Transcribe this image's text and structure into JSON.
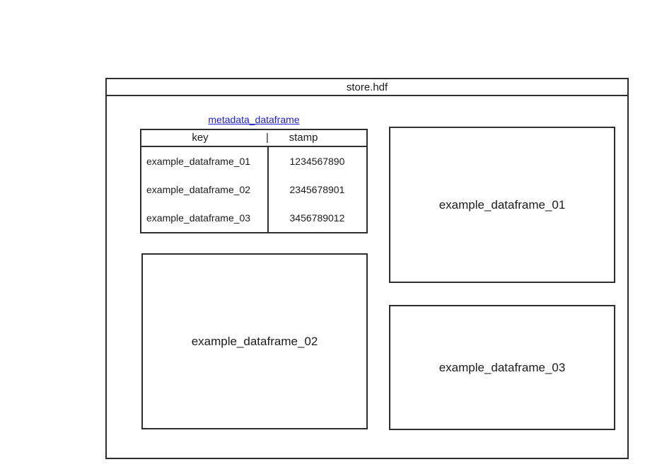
{
  "store": {
    "title": "store.hdf"
  },
  "metadata_table": {
    "label": "metadata_dataframe",
    "header": {
      "key": "key",
      "separator": "|",
      "stamp": "stamp"
    },
    "rows": [
      {
        "key": "example_dataframe_01",
        "stamp": "1234567890"
      },
      {
        "key": "example_dataframe_02",
        "stamp": "2345678901"
      },
      {
        "key": "example_dataframe_03",
        "stamp": "3456789012"
      }
    ]
  },
  "dataframe_boxes": [
    {
      "label": "example_dataframe_01"
    },
    {
      "label": "example_dataframe_02"
    },
    {
      "label": "example_dataframe_03"
    }
  ],
  "colors": {
    "border": "#2e2e2e",
    "text": "#1c1c1c",
    "link": "#2121cd",
    "background": "#ffffff"
  }
}
